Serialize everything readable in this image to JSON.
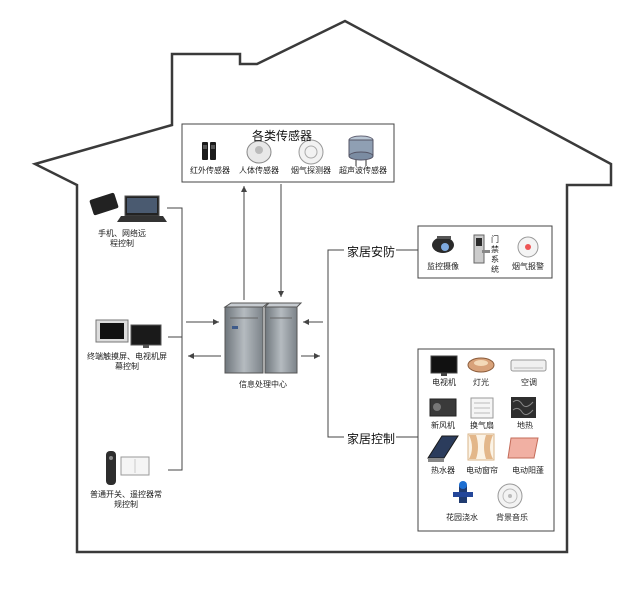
{
  "sensors": {
    "title": "各类传感器",
    "items": [
      {
        "label": "红外传感器",
        "icon": "infrared-sensor-icon"
      },
      {
        "label": "人体传感器",
        "icon": "body-sensor-icon"
      },
      {
        "label": "烟气探测器",
        "icon": "smoke-detector-icon"
      },
      {
        "label": "超声波传感器",
        "icon": "ultrasonic-sensor-icon"
      }
    ]
  },
  "left": {
    "remote": "手机、网络远程控制",
    "screen": "终端触摸屏、电视机屏幕控制",
    "switch": "普通开关、遥控器常规控制"
  },
  "center": {
    "label": "信息处理中心"
  },
  "security": {
    "title": "家居安防",
    "items": [
      {
        "label": "监控摄像",
        "icon": "camera-icon"
      },
      {
        "label": "门禁系统",
        "icon": "door-lock-icon"
      },
      {
        "label": "烟气报警",
        "icon": "smoke-alarm-icon"
      }
    ]
  },
  "control": {
    "title": "家居控制",
    "items": [
      {
        "label": "电视机",
        "icon": "tv-icon"
      },
      {
        "label": "灯光",
        "icon": "ceiling-light-icon"
      },
      {
        "label": "空调",
        "icon": "air-conditioner-icon"
      },
      {
        "label": "新风机",
        "icon": "ventilator-icon"
      },
      {
        "label": "换气扇",
        "icon": "exhaust-fan-icon"
      },
      {
        "label": "地热",
        "icon": "floor-heating-icon"
      },
      {
        "label": "热水器",
        "icon": "water-heater-icon"
      },
      {
        "label": "电动窗帘",
        "icon": "curtain-icon"
      },
      {
        "label": "电动阳蓬",
        "icon": "awning-icon"
      },
      {
        "label": "花园浇水",
        "icon": "sprinkler-icon"
      },
      {
        "label": "背景音乐",
        "icon": "speaker-icon"
      }
    ]
  },
  "colors": {
    "line": "#444444",
    "server": "#8f969c",
    "box_border": "#444444"
  }
}
